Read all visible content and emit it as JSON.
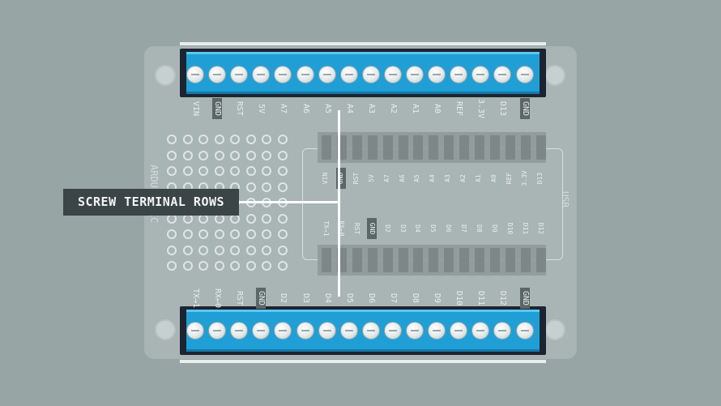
{
  "callout": {
    "label": "SCREW TERMINAL ROWS"
  },
  "top_terminal_labels": [
    "VIN",
    "GND",
    "RST",
    "5V",
    "A7",
    "A6",
    "A5",
    "A4",
    "A3",
    "A2",
    "A1",
    "A0",
    "REF",
    "3.3V",
    "D13",
    "GND"
  ],
  "bottom_terminal_labels": [
    "TX→1",
    "RX←0",
    "RST",
    "GND",
    "D2",
    "D3",
    "D4",
    "D5",
    "D6",
    "D7",
    "D8",
    "D9",
    "D10",
    "D11",
    "D12",
    "GND"
  ],
  "nano_top_labels": [
    "VIN",
    "GND",
    "RST",
    "5V",
    "A7",
    "A6",
    "A5",
    "A4",
    "A3",
    "A2",
    "A1",
    "A0",
    "REF",
    "3.3V",
    "D13"
  ],
  "nano_bottom_labels": [
    "TX→1",
    "RX←0",
    "RST",
    "GND",
    "D2",
    "D3",
    "D4",
    "D5",
    "D6",
    "D7",
    "D8",
    "D9",
    "D10",
    "D11",
    "D12"
  ],
  "silkscreen": {
    "brand": "ARDUINO.CC",
    "usb": "USB"
  },
  "colors": {
    "terminal_blue": "#1f9fd6",
    "background": "#98a5a5",
    "callout_bg": "#3b4446"
  }
}
